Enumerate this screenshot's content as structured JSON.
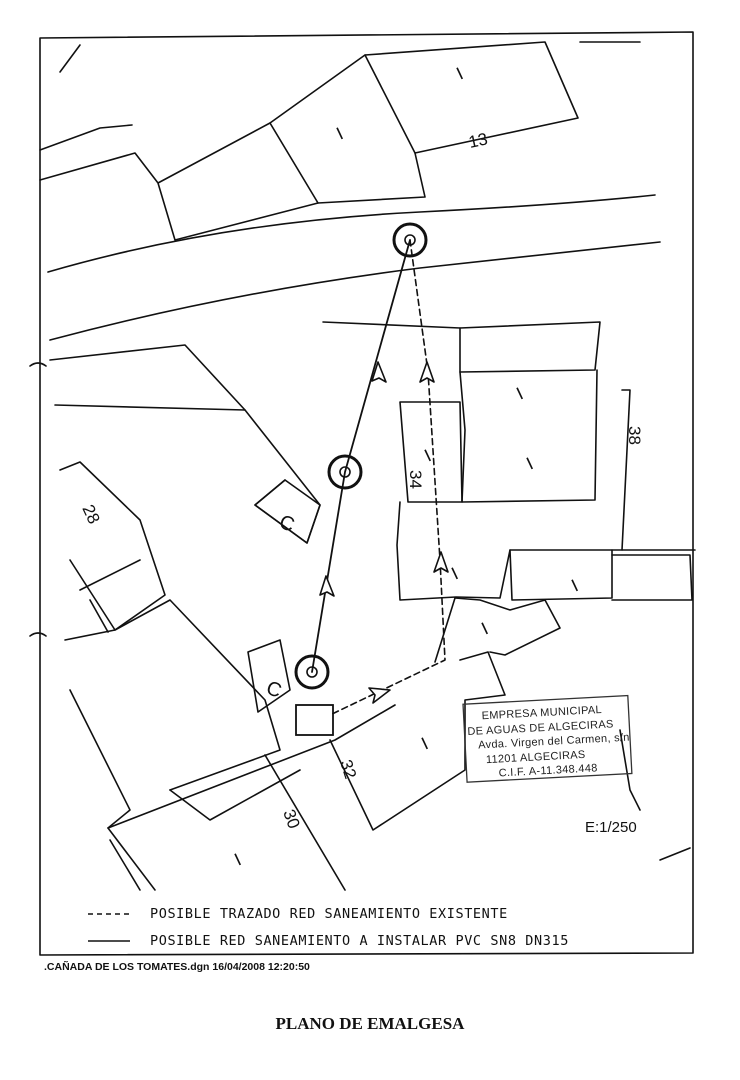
{
  "map": {
    "street_numbers": {
      "n13": "13",
      "n28": "28",
      "n30": "30",
      "n32": "32",
      "n34": "34",
      "n38": "38"
    },
    "building_marks": {
      "one": "I",
      "c": "C"
    },
    "scale": "E:1/250"
  },
  "stamp": {
    "line1": "EMPRESA MUNICIPAL",
    "line2": "DE AGUAS DE ALGECIRAS",
    "line3": "Avda. Virgen del Carmen, s/n",
    "line4": "11201 ALGECIRAS",
    "line5": "C.I.F. A-11.348.448"
  },
  "legend": {
    "existing": "POSIBLE TRAZADO RED SANEAMIENTO EXISTENTE",
    "proposed": "POSIBLE RED SANEAMIENTO A INSTALAR PVC SN8 DN315"
  },
  "file_info": ".CAÑADA DE LOS TOMATES.dgn  16/04/2008 12:20:50",
  "caption": "PLANO DE EMALGESA"
}
